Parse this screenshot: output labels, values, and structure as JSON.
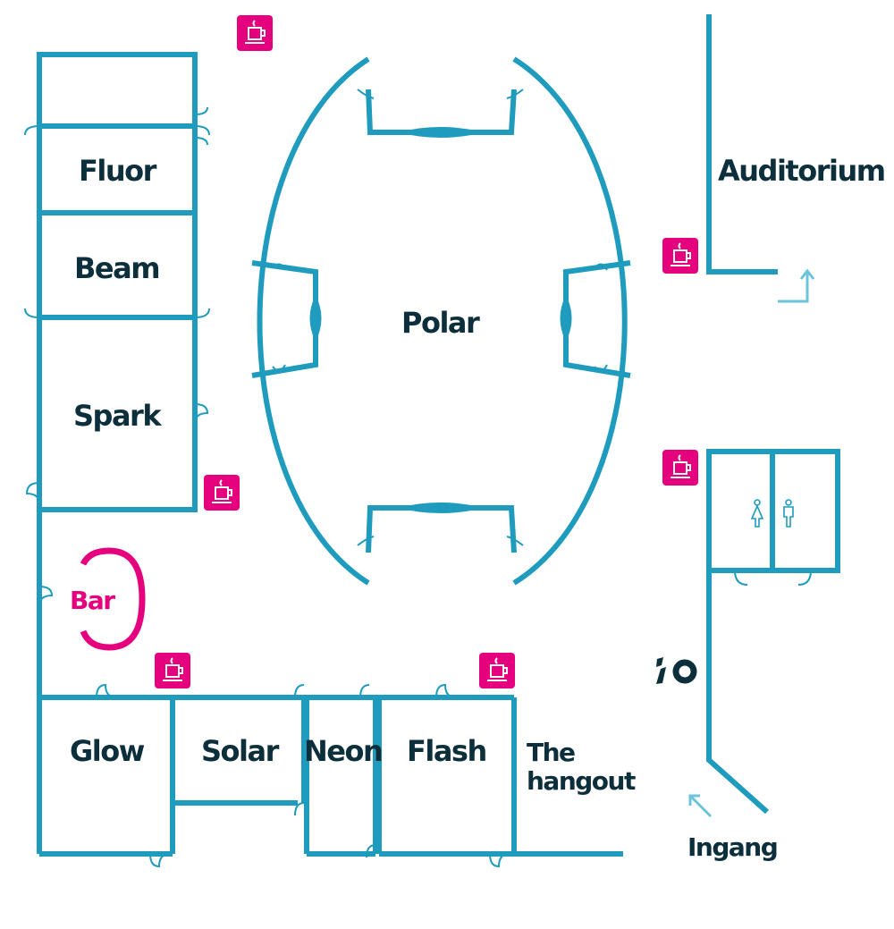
{
  "colors": {
    "wall": "#1f9bbd",
    "accent": "#e5007e",
    "text": "#0c2f3b",
    "arrow": "#6cc3dc"
  },
  "rooms": {
    "fluor": "Fluor",
    "beam": "Beam",
    "spark": "Spark",
    "polar": "Polar",
    "auditorium": "Auditorium",
    "bar": "Bar",
    "glow": "Glow",
    "solar": "Solar",
    "neon": "Neon",
    "flash": "Flash",
    "hangout": "The hangout",
    "entrance": "Ingang"
  },
  "icons": [
    "coffee-icon",
    "female-toilet-icon",
    "male-toilet-icon",
    "arrow-icon",
    "io-logo"
  ],
  "logo": "iO"
}
